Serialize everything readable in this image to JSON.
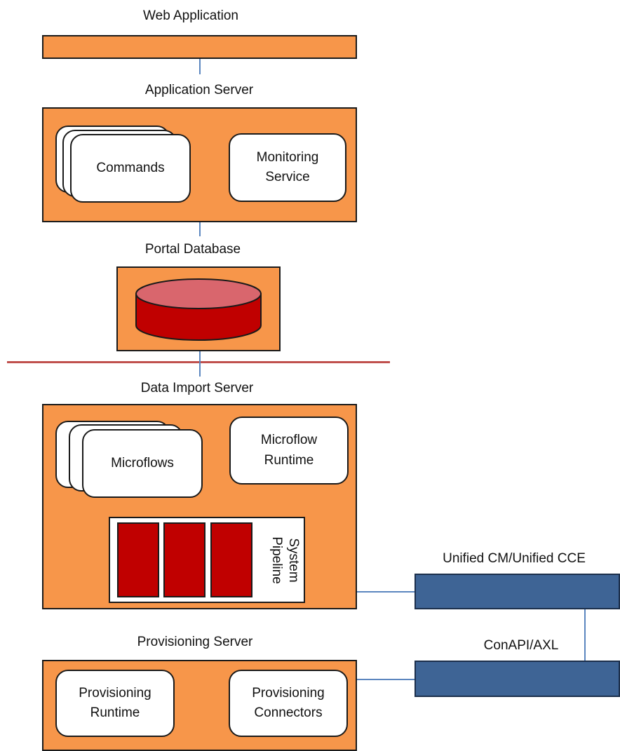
{
  "tiers": {
    "web_app": {
      "title": "Web Application"
    },
    "app_server": {
      "title": "Application Server",
      "commands": "Commands",
      "monitoring": "Monitoring\nService"
    },
    "portal_db": {
      "title": "Portal Database"
    },
    "data_import": {
      "title": "Data Import Server",
      "microflows": "Microflows",
      "runtime": "Microflow\nRuntime",
      "pipeline": "System\nPipeline"
    },
    "provisioning": {
      "title": "Provisioning Server",
      "runtime": "Provisioning\nRuntime",
      "connectors": "Provisioning\nConnectors"
    }
  },
  "external": {
    "unified": "Unified CM/Unified CCE",
    "conapi": "ConAPI/AXL"
  },
  "colors": {
    "server_fill": "#f7964a",
    "external_fill": "#3e6495",
    "database_fill": "#c00000",
    "database_top": "#d9666d",
    "connector": "#5b86bf",
    "separator": "#c0504d"
  }
}
